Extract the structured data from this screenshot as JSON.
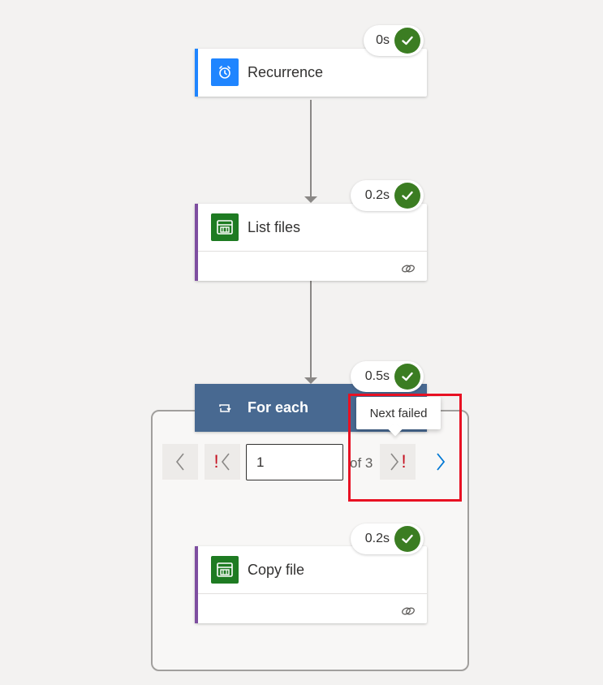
{
  "steps": {
    "recurrence": {
      "title": "Recurrence",
      "duration": "0s",
      "icon": "alarm-clock-icon",
      "accent": "#1f85ff"
    },
    "list_files": {
      "title": "List files",
      "duration": "0.2s",
      "icon": "file-storage-icon",
      "accent": "#7e4ea0"
    },
    "for_each": {
      "title": "For each",
      "duration": "0.5s",
      "icon": "loop-icon",
      "header_color": "#486991"
    },
    "copy_file": {
      "title": "Copy file",
      "duration": "0.2s",
      "icon": "file-storage-icon",
      "accent": "#7e4ea0"
    }
  },
  "pager": {
    "current": "1",
    "of_text": "of 3",
    "tooltip": "Next failed"
  },
  "colors": {
    "success": "#3b7d22",
    "failed_marker": "#c50f1f",
    "highlight_box": "#e81123",
    "next_arrow": "#0078d4"
  }
}
